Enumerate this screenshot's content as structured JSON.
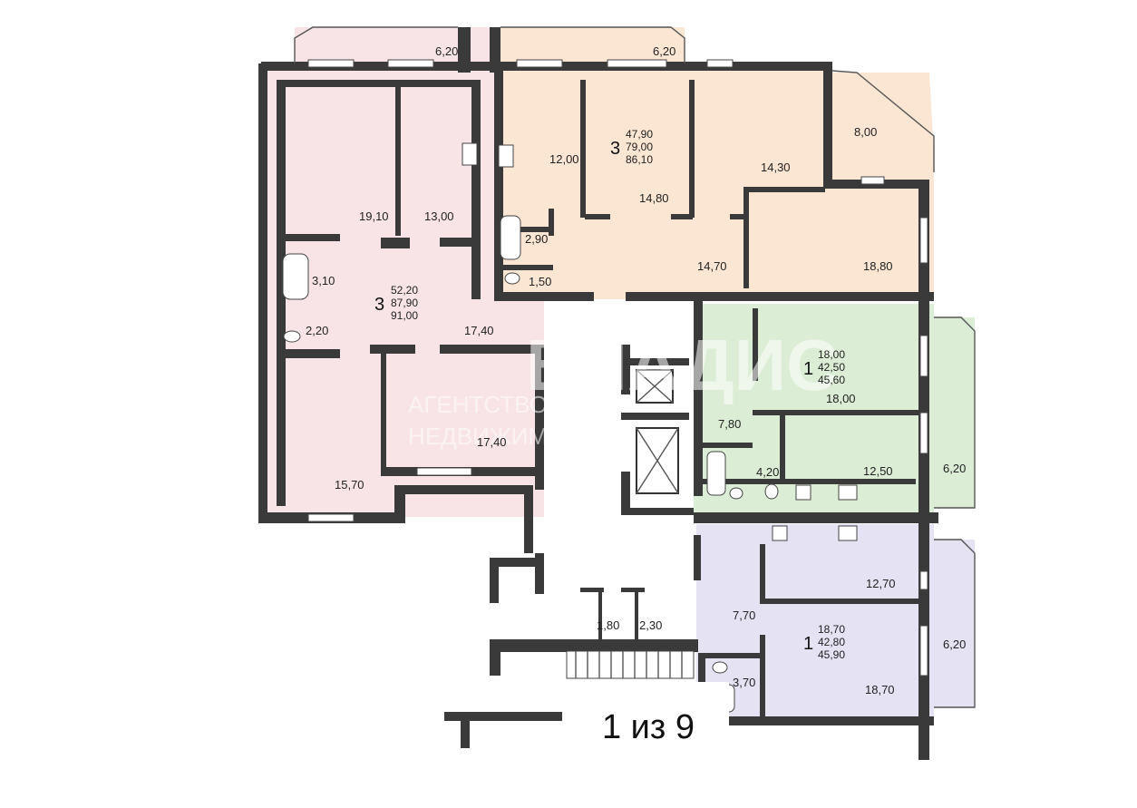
{
  "floor": {
    "caption": "1 из 9"
  },
  "colors": {
    "apt_pink": "#f8e4e6",
    "apt_orange": "#fbe5d3",
    "apt_green": "#dcedd5",
    "apt_lavender": "#e4e2f3",
    "wall": "#3a3a3a"
  },
  "watermark": {
    "brand": "ВЛАДИС",
    "line1": "АГЕНТСТВО",
    "line2": "НЕДВИЖИМОСТИ"
  },
  "apartments": {
    "a3_west": {
      "rooms": "3",
      "area_living": "52,20",
      "area_total": "87,90",
      "area_full": "91,00",
      "balcony": "6,20",
      "kitchen": "19,10",
      "room_a": "13,00",
      "bath": "3,10",
      "wc": "2,20",
      "hall": "17,40",
      "room_b": "17,40",
      "room_c": "15,70"
    },
    "a3_east": {
      "rooms": "3",
      "area_living": "47,90",
      "area_total": "79,00",
      "area_full": "86,10",
      "balcony": "6,20",
      "balcony_corner": "8,00",
      "kitchen": "12,00",
      "room_a": "14,80",
      "room_b": "14,30",
      "bath": "2,90",
      "wc": "1,50",
      "hall": "14,70",
      "room_c": "18,80"
    },
    "a1_green": {
      "rooms": "1",
      "area_living": "18,00",
      "area_total": "42,50",
      "area_full": "45,60",
      "room": "18,00",
      "hall": "7,80",
      "bath": "4,20",
      "kitchen": "12,50",
      "balcony": "6,20"
    },
    "a1_lavender": {
      "rooms": "1",
      "area_living": "18,70",
      "area_total": "42,80",
      "area_full": "45,90",
      "kitchen": "12,70",
      "hall": "7,70",
      "bath": "3,70",
      "room": "18,70",
      "balcony": "6,20"
    }
  },
  "common": {
    "storage_a": "1,80",
    "storage_b": "2,30"
  }
}
